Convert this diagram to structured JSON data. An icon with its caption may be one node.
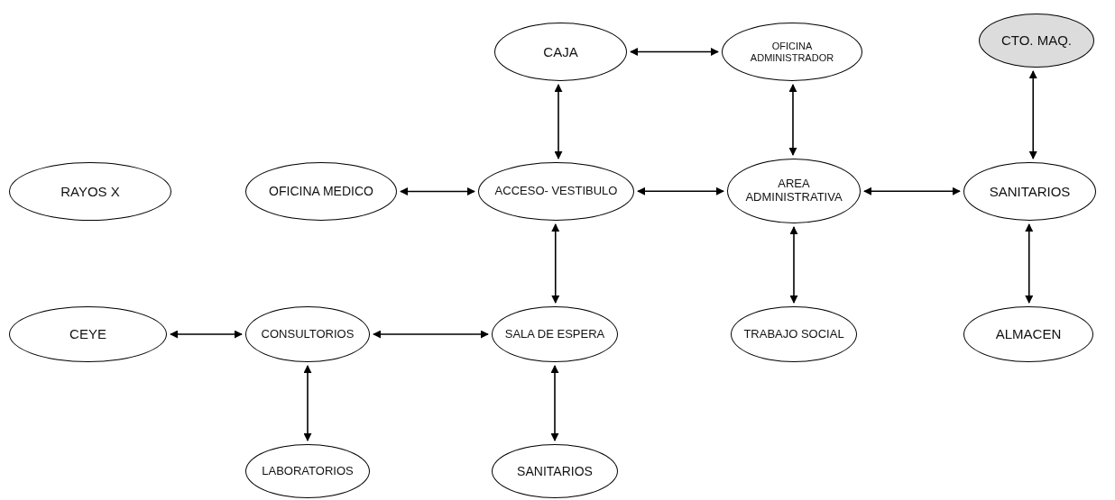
{
  "diagram": {
    "nodes": [
      {
        "text": [
          "CAJA"
        ]
      },
      {
        "text": [
          "OFICINA ADMINISTRADOR"
        ]
      },
      {
        "text": [
          "CTO. MAQ."
        ]
      },
      {
        "text": [
          "RAYOS X"
        ]
      },
      {
        "text": [
          "OFICINA MEDICO"
        ]
      },
      {
        "text": [
          "ACCESO- VESTIBULO"
        ]
      },
      {
        "text": [
          "AREA ADMINISTRATIVA"
        ]
      },
      {
        "text": [
          "SANITARIOS"
        ]
      },
      {
        "text": [
          "CEYE"
        ]
      },
      {
        "text": [
          "CONSULTORIOS"
        ]
      },
      {
        "text": [
          "SALA DE ESPERA"
        ]
      },
      {
        "text": [
          "TRABAJO SOCIAL"
        ]
      },
      {
        "text": [
          "ALMACEN"
        ]
      },
      {
        "text": [
          "LABORATORIOS"
        ]
      },
      {
        "text": [
          "SANITARIOS"
        ]
      }
    ],
    "edges": [
      {
        "from": 0,
        "to": 1,
        "arrow": "both"
      },
      {
        "from": 0,
        "to": 5,
        "arrow": "both"
      },
      {
        "from": 1,
        "to": 6,
        "arrow": "both"
      },
      {
        "from": 2,
        "to": 7,
        "arrow": "both"
      },
      {
        "from": 4,
        "to": 5,
        "arrow": "both"
      },
      {
        "from": 5,
        "to": 6,
        "arrow": "both"
      },
      {
        "from": 6,
        "to": 7,
        "arrow": "both"
      },
      {
        "from": 5,
        "to": 10,
        "arrow": "both"
      },
      {
        "from": 6,
        "to": 11,
        "arrow": "both"
      },
      {
        "from": 7,
        "to": 12,
        "arrow": "both"
      },
      {
        "from": 8,
        "to": 9,
        "arrow": "both"
      },
      {
        "from": 9,
        "to": 10,
        "arrow": "both"
      },
      {
        "from": 9,
        "to": 13,
        "arrow": "both"
      },
      {
        "from": 10,
        "to": 14,
        "arrow": "both"
      }
    ]
  }
}
